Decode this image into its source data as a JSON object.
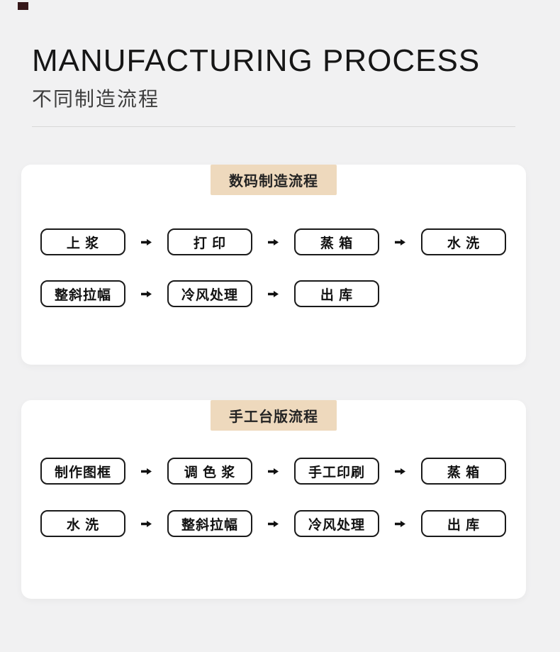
{
  "header": {
    "title": "MANUFACTURING PROCESS",
    "subtitle": "不同制造流程"
  },
  "colors": {
    "background": "#f1f1f2",
    "card": "#ffffff",
    "chip_background": "#eed9bd",
    "box_border": "#1a1a1a",
    "text_primary": "#161616",
    "corner_mark": "#36181a"
  },
  "icons": {
    "flow_arrow": "arrow-right-icon"
  },
  "cards": [
    {
      "header": "数码制造流程",
      "rows": [
        {
          "steps": [
            "上 浆",
            "打 印",
            "蒸 箱",
            "水 洗"
          ]
        },
        {
          "steps": [
            "整斜拉幅",
            "冷风处理",
            "出 库"
          ]
        }
      ]
    },
    {
      "header": "手工台版流程",
      "rows": [
        {
          "steps": [
            "制作图框",
            "调 色 浆",
            "手工印刷",
            "蒸 箱"
          ]
        },
        {
          "steps": [
            "水 洗",
            "整斜拉幅",
            "冷风处理",
            "出 库"
          ]
        }
      ]
    }
  ]
}
